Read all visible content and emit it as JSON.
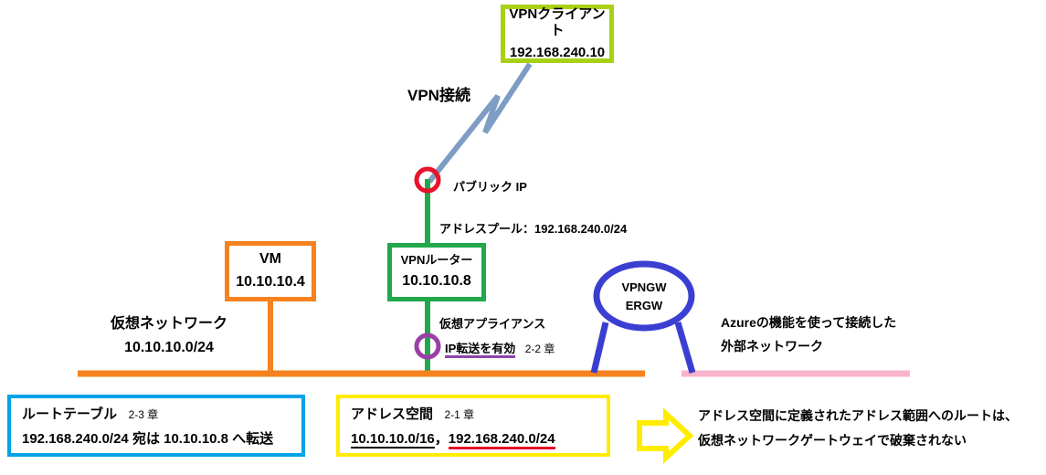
{
  "diagram": {
    "title": "Azure VPN network topology diagram",
    "colors": {
      "vpn_client_border": "#a8d116",
      "vpn_router_border": "#21a84a",
      "vm_border": "#f5821f",
      "vnet_line": "#f5821f",
      "external_line": "#f8b3cd",
      "gateway_ellipse": "#3b3fd1",
      "public_ip_ring": "#e8122a",
      "ip_forward_ring": "#9b3fa8",
      "route_table_border": "#00a2e8",
      "address_space_border": "#ffec00",
      "arrow": "#ffec00",
      "vpn_link": "#7d9dc4",
      "green_trunk": "#21a84a"
    }
  },
  "nodes": {
    "vpn_client": {
      "title": "VPNクライアント",
      "address": "192.168.240.10"
    },
    "vpn_router": {
      "title": "VPNルーター",
      "address": "10.10.10.8"
    },
    "vm": {
      "title": "VM",
      "address": "10.10.10.4"
    },
    "gateway": {
      "line1": "VPNGW",
      "line2": "ERGW"
    }
  },
  "labels": {
    "vpn_connection": "VPN接続",
    "public_ip": "パブリック IP",
    "address_pool": "アドレスプール：192.168.240.0/24",
    "virtual_appliance": "仮想アプライアンス",
    "ip_forwarding": "IP転送を有効",
    "ip_forwarding_chapter": "2-2 章",
    "vnet_name": "仮想ネットワーク",
    "vnet_cidr": "10.10.10.0/24",
    "external_line1": "Azureの機能を使って接続した",
    "external_line2": "外部ネットワーク"
  },
  "route_table": {
    "heading": "ルートテーブル",
    "chapter": "2-3 章",
    "rule": "192.168.240.0/24 宛は 10.10.10.8 へ転送"
  },
  "address_space": {
    "heading": "アドレス空間",
    "chapter": "2-1 章",
    "range_primary": "10.10.10.0/16",
    "separator": "，",
    "range_secondary": "192.168.240.0/24"
  },
  "note": {
    "line1": "アドレス空間に定義されたアドレス範囲へのルートは、",
    "line2": "仮想ネットワークゲートウェイで破棄されない"
  }
}
